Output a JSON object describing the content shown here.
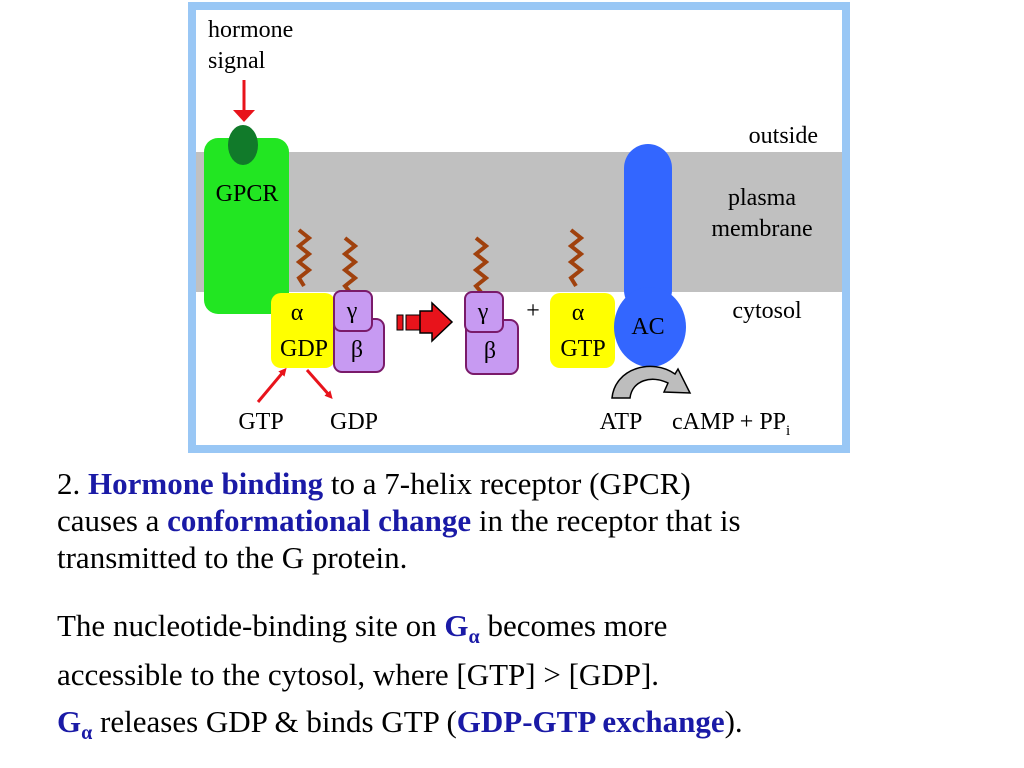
{
  "diagram": {
    "hormone_signal_line1": "hormone",
    "hormone_signal_line2": "signal",
    "outside": "outside",
    "plasma_line1": "plasma",
    "plasma_line2": "membrane",
    "cytosol": "cytosol",
    "gpcr": "GPCR",
    "alpha": "α",
    "gamma": "γ",
    "beta": "β",
    "gdp": "GDP",
    "gtp": "GTP",
    "plus": "+",
    "ac": "AC",
    "gtp_in": "GTP",
    "gdp_out": "GDP",
    "atp": "ATP",
    "camp": "cAMP + PP",
    "camp_sub": "i"
  },
  "text": {
    "p1_num": "2. ",
    "p1_bold1": "Hormone binding",
    "p1_rest1": " to a 7-helix receptor (GPCR)",
    "p1_line2a": "causes a ",
    "p1_bold2": "conformational change",
    "p1_line2b": " in the receptor that is",
    "p1_line3": "transmitted to the G protein.",
    "p2_a": "The nucleotide-binding site on ",
    "p2_G": "G",
    "p2_sub": "α",
    "p2_b": " becomes more",
    "p2_line2": "accessible to the cytosol, where [GTP] > [GDP].",
    "p3_G": "G",
    "p3_sub": "α",
    "p3_a": " releases GDP & binds GTP (",
    "p3_bold": "GDP-GTP exchange",
    "p3_b": ")."
  },
  "colors": {
    "frame": "#99c7f5",
    "membrane": "#c0c0c0",
    "gpcr": "#22e622",
    "hormone": "#117a2a",
    "alpha": "#ffff00",
    "betagamma": "#c79af2",
    "ac": "#3366ff",
    "arrow": "#e8131b",
    "lipid": "#a0410d",
    "highlight": "#1a1aa6"
  }
}
